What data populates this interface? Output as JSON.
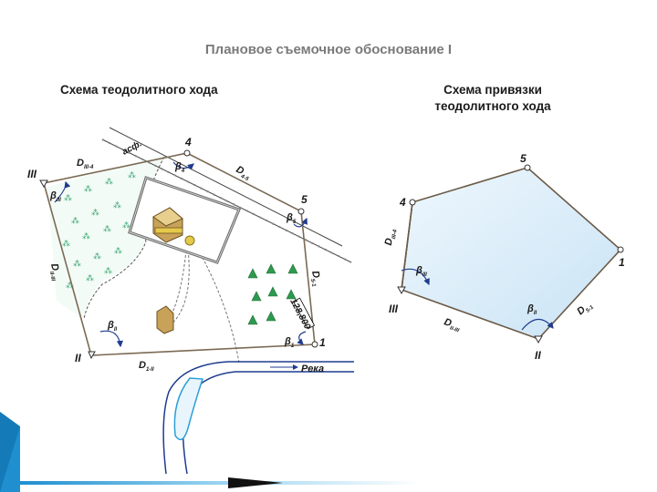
{
  "title": "Плановое съемочное обоснование I",
  "left_diagram": {
    "title": "Схема теодолитного хода",
    "points": {
      "p1": "1",
      "pII": "II",
      "pIII": "III",
      "p4": "4",
      "p5": "5"
    },
    "segments": {
      "d2_3": "D",
      "d2_3_sub": "II-III",
      "d3_4": "D",
      "d3_4_sub": "III-4",
      "d4_5": "D",
      "d4_5_sub": "4-5",
      "d5_1": "D",
      "d5_1_sub": "5-1",
      "d1_2": "D",
      "d1_2_sub": "1-II"
    },
    "angles": {
      "b_II": "β",
      "b_II_sub": "II",
      "b_III": "β",
      "b_III_sub": "III",
      "b_4": "β",
      "b_4_sub": "4",
      "b_5": "β",
      "b_5_sub": "5",
      "b_1": "β",
      "b_1_sub": "1"
    },
    "road_label": "асф.",
    "measurement": "128,800",
    "river_label": "Река"
  },
  "right_diagram": {
    "title_line1": "Схема привязки",
    "title_line2": "теодолитного хода",
    "points": {
      "p1": "1",
      "pII": "II",
      "pIII": "III",
      "p4": "4",
      "p5": "5"
    },
    "segments": {
      "d1_2": "D",
      "d1_2_sub": "II-III",
      "d3_4": "D",
      "d3_4_sub": "III-4",
      "d5_1": "D",
      "d5_1_sub": "5-1"
    },
    "angles": {
      "b_II": "β",
      "b_II_sub": "II",
      "b_III": "β",
      "b_III_sub": "III"
    }
  },
  "colors": {
    "title": "#7a7a7a",
    "polygon_fill": "#d9ecf8",
    "vegetation": "#2fa36b",
    "angle_arc": "#1f3b8f",
    "accent_bar": "#2a9fd6"
  }
}
